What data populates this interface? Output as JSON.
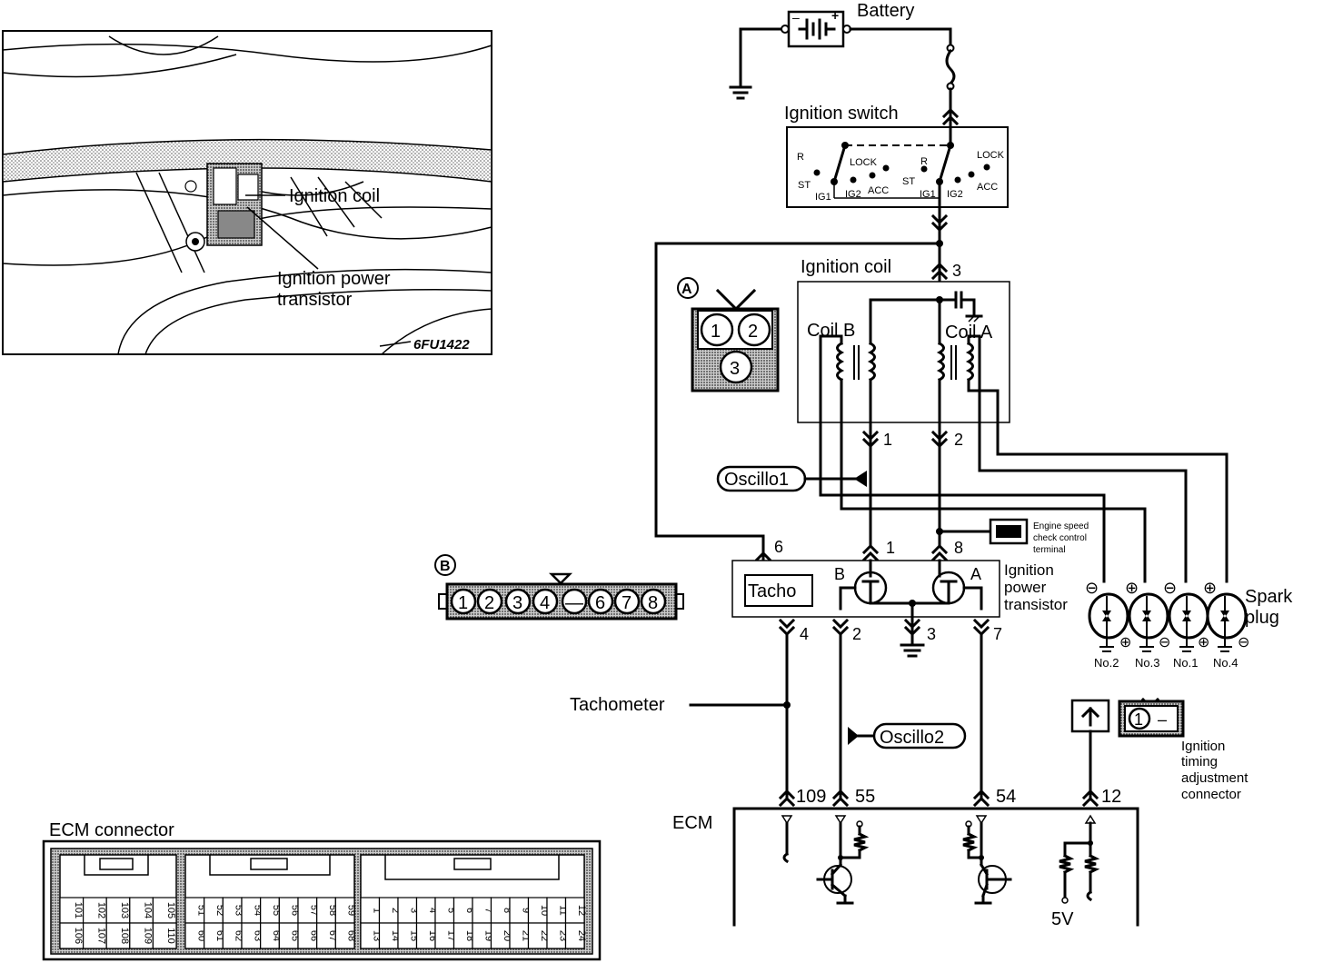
{
  "photo": {
    "labels": {
      "ignition_coil": "Ignition  coil",
      "power_transistor_1": "Ignition power",
      "power_transistor_2": "transistor",
      "code": "6FU1422"
    }
  },
  "battery": {
    "label": "Battery",
    "minus": "–",
    "plus": "+"
  },
  "ignition_switch": {
    "title": "Ignition switch",
    "left": {
      "r": "R",
      "st": "ST",
      "lock": "LOCK",
      "ig1": "IG1",
      "ig2": "IG2",
      "acc": "ACC"
    },
    "right": {
      "r": "R",
      "st": "ST",
      "lock": "LOCK",
      "ig1": "IG1",
      "ig2": "IG2",
      "acc": "ACC"
    }
  },
  "ignition_coil": {
    "title": "Ignition coil",
    "pin_top": "3",
    "coil_b": "Coil B",
    "coil_a": "Coil A",
    "pin_1": "1",
    "pin_2": "2"
  },
  "connector_a": {
    "tag": "A",
    "pins": [
      "1",
      "2",
      "3"
    ]
  },
  "connector_b": {
    "tag": "B",
    "pins": [
      "1",
      "2",
      "3",
      "4",
      "—",
      "6",
      "7",
      "8"
    ]
  },
  "oscillo1": "Oscillo1",
  "oscillo2": "Oscillo2",
  "engine_speed": {
    "line1": "Engine speed",
    "line2": "check control",
    "line3": "terminal"
  },
  "power_transistor": {
    "label_1": "Ignition",
    "label_2": "power",
    "label_3": "transistor",
    "tacho": "Tacho",
    "b": "B",
    "a": "A",
    "pin_6": "6",
    "pin_1": "1",
    "pin_8": "8",
    "pin_4": "4",
    "pin_2": "2",
    "pin_3": "3",
    "pin_7": "7"
  },
  "spark_plug": {
    "label_1": "Spark",
    "label_2": "plug",
    "plugs": [
      "No.2",
      "No.3",
      "No.1",
      "No.4"
    ],
    "top_signs": [
      "⊖",
      "⊕",
      "⊖",
      "⊕"
    ],
    "bottom_signs": [
      "⊕",
      "⊖",
      "⊕",
      "⊖"
    ]
  },
  "tachometer": "Tachometer",
  "timing_connector": {
    "line1": "Ignition",
    "line2": "timing",
    "line3": "adjustment",
    "line4": "connector",
    "pin": "1",
    "dash": "–"
  },
  "ecm": {
    "label": "ECM",
    "pin_109": "109",
    "pin_55": "55",
    "pin_54": "54",
    "pin_12": "12",
    "v5": "5V"
  },
  "ecm_connector": {
    "title": "ECM connector",
    "group1": {
      "top": [
        "101",
        "102",
        "103",
        "104",
        "105"
      ],
      "bottom": [
        "106",
        "107",
        "108",
        "109",
        "110"
      ]
    },
    "group2": {
      "top": [
        "51",
        "52",
        "53",
        "54",
        "55",
        "56",
        "57",
        "58",
        "59"
      ],
      "bottom": [
        "60",
        "61",
        "62",
        "63",
        "64",
        "65",
        "66",
        "67",
        "68"
      ]
    },
    "group3": {
      "top": [
        "1",
        "2",
        "3",
        "4",
        "5",
        "6",
        "7",
        "8",
        "9",
        "10",
        "11",
        "12"
      ],
      "bottom": [
        "13",
        "14",
        "15",
        "16",
        "17",
        "18",
        "19",
        "20",
        "21",
        "22",
        "23",
        "24"
      ]
    }
  }
}
